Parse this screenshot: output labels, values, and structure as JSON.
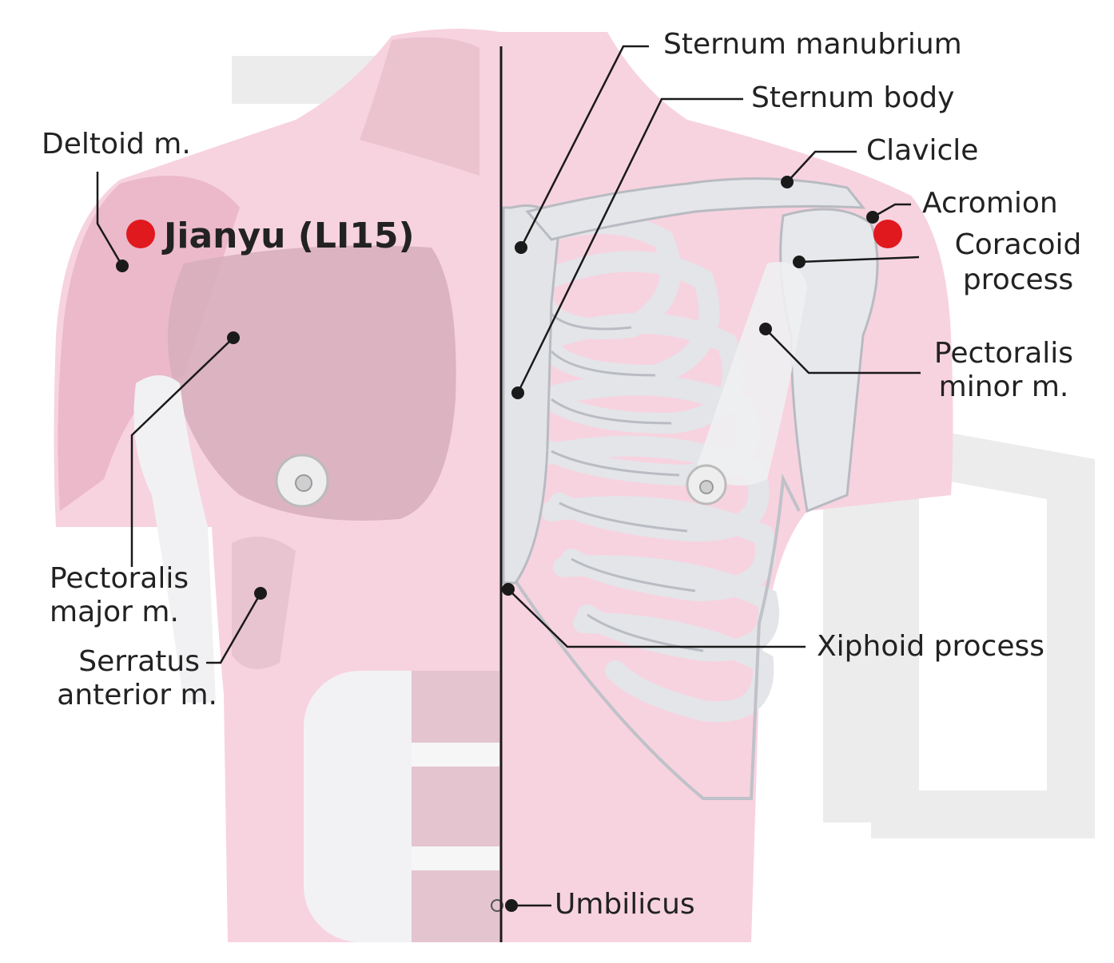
{
  "title": "Jianyu (LI15)",
  "colors": {
    "skin": "#f6cfdc",
    "skin_dark": "#e6a9bd",
    "muscle": "#d9aebd",
    "bone": "#e4e6ea",
    "bone_shadow": "#b9bcc2",
    "line": "#1a1a1a",
    "point": "#e0191f",
    "watermark": "#e9e9e9"
  },
  "labels": {
    "deltoid": "Deltoid m.",
    "pectoralis_major_1": "Pectoralis",
    "pectoralis_major_2": "major m.",
    "serratus_1": "Serratus",
    "serratus_2": "anterior m.",
    "sternum_manubrium": "Sternum manubrium",
    "sternum_body": "Sternum body",
    "clavicle": "Clavicle",
    "acromion": "Acromion",
    "coracoid_1": "Coracoid",
    "coracoid_2": "process",
    "pectoralis_minor_1": "Pectoralis",
    "pectoralis_minor_2": "minor m.",
    "xiphoid": "Xiphoid process",
    "umbilicus": "Umbilicus"
  }
}
